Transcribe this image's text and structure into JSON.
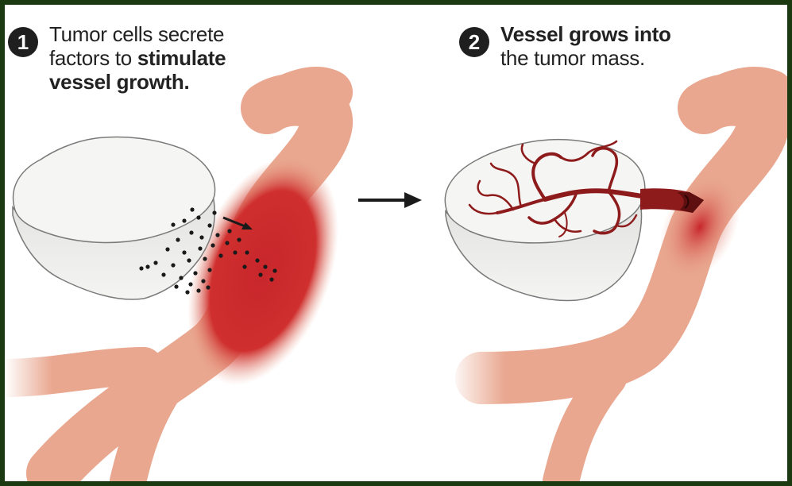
{
  "step1": {
    "number": "1",
    "line1": "Tumor cells secrete",
    "line2_plain": "factors to ",
    "line2_bold": "stimulate",
    "line3_bold": "vessel growth."
  },
  "step2": {
    "number": "2",
    "line1_bold": "Vessel grows into",
    "line2": "the tumor mass."
  },
  "colors": {
    "vessel": "#e9a78f",
    "vessel_shade": "#d98a73",
    "vessel_active": "#c8262b",
    "tumor": "#f3f3f1",
    "tumor_outline": "#7a7a7a",
    "branch": "#8e1b1b",
    "border": "#1b3a12"
  },
  "icons": {
    "process_arrow": "arrow-right-icon",
    "factor_arrow": "arrow-right-icon"
  }
}
